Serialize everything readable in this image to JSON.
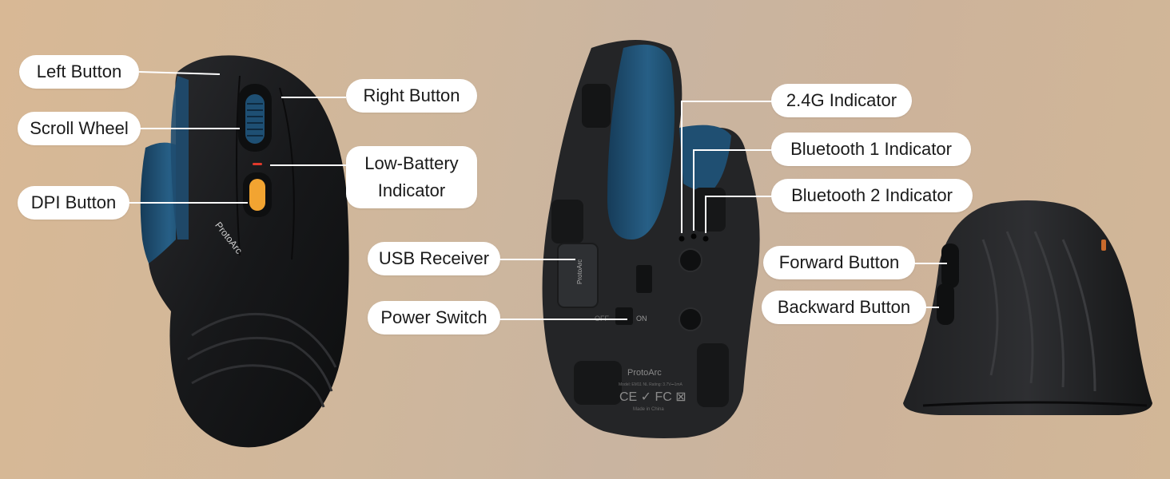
{
  "labels": {
    "left_button": "Left Button",
    "scroll_wheel": "Scroll Wheel",
    "dpi_button": "DPI Button",
    "right_button": "Right Button",
    "low_battery_line1": "Low-Battery",
    "low_battery_line2": "Indicator",
    "usb_receiver": "USB Receiver",
    "power_switch": "Power Switch",
    "indicator_24g": "2.4G Indicator",
    "bluetooth1": "Bluetooth 1 Indicator",
    "bluetooth2": "Bluetooth 2 Indicator",
    "forward_button": "Forward Button",
    "backward_button": "Backward Button"
  },
  "device_text": {
    "brand": "ProtoArc",
    "switch_on": "ON",
    "switch_off": "OFF",
    "certifications": "CE ✓ FC ⊠",
    "made_in": "Made in China",
    "model_line": "Model: EM11 NL  Rating: 3.7V⎓1mA"
  },
  "colors": {
    "mouse_body": "#1c1d1f",
    "accent_blue": "#1e4f73",
    "dpi_orange": "#f2a431",
    "battery_red": "#e0392b",
    "label_bg": "#ffffff"
  }
}
